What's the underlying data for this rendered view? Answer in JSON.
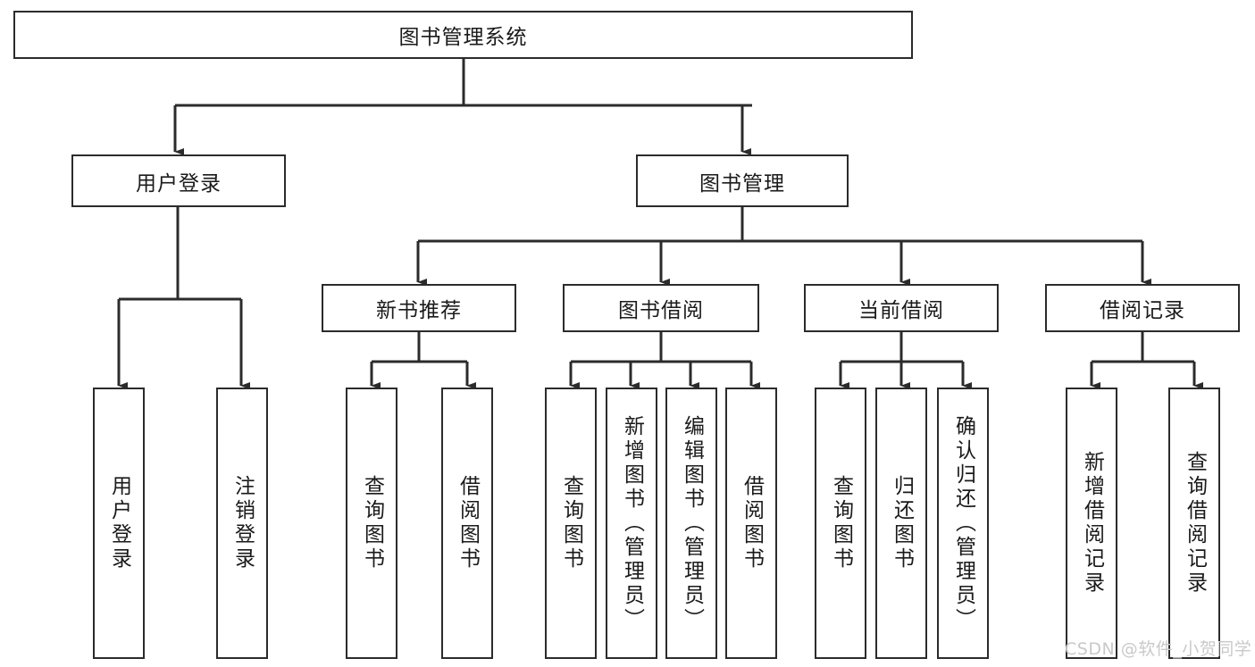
{
  "diagram": {
    "title": "图书管理系统",
    "watermark": "CSDN @软件_小贺同学",
    "colors": {
      "stroke": "#2b2b2b",
      "fill": "#ffffff",
      "text": "#1a1a1a",
      "watermark": "#c9c9c9"
    },
    "root": {
      "label": "图书管理系统"
    },
    "level2": [
      {
        "label": "用户登录"
      },
      {
        "label": "图书管理"
      }
    ],
    "level3": [
      {
        "label": "新书推荐"
      },
      {
        "label": "图书借阅"
      },
      {
        "label": "当前借阅"
      },
      {
        "label": "借阅记录"
      }
    ],
    "leaves": {
      "user_login": [
        {
          "label": "用户登录"
        },
        {
          "label": "注销登录"
        }
      ],
      "new_book_recommend": [
        {
          "label": "查询图书"
        },
        {
          "label": "借阅图书"
        }
      ],
      "book_borrow": [
        {
          "label": "查询图书"
        },
        {
          "label": "新增图书（管理员）"
        },
        {
          "label": "编辑图书（管理员）"
        },
        {
          "label": "借阅图书"
        }
      ],
      "current_borrow": [
        {
          "label": "查询图书"
        },
        {
          "label": "归还图书"
        },
        {
          "label": "确认归还（管理员）"
        }
      ],
      "borrow_record": [
        {
          "label": "新增借阅记录"
        },
        {
          "label": "查询借阅记录"
        }
      ]
    }
  }
}
